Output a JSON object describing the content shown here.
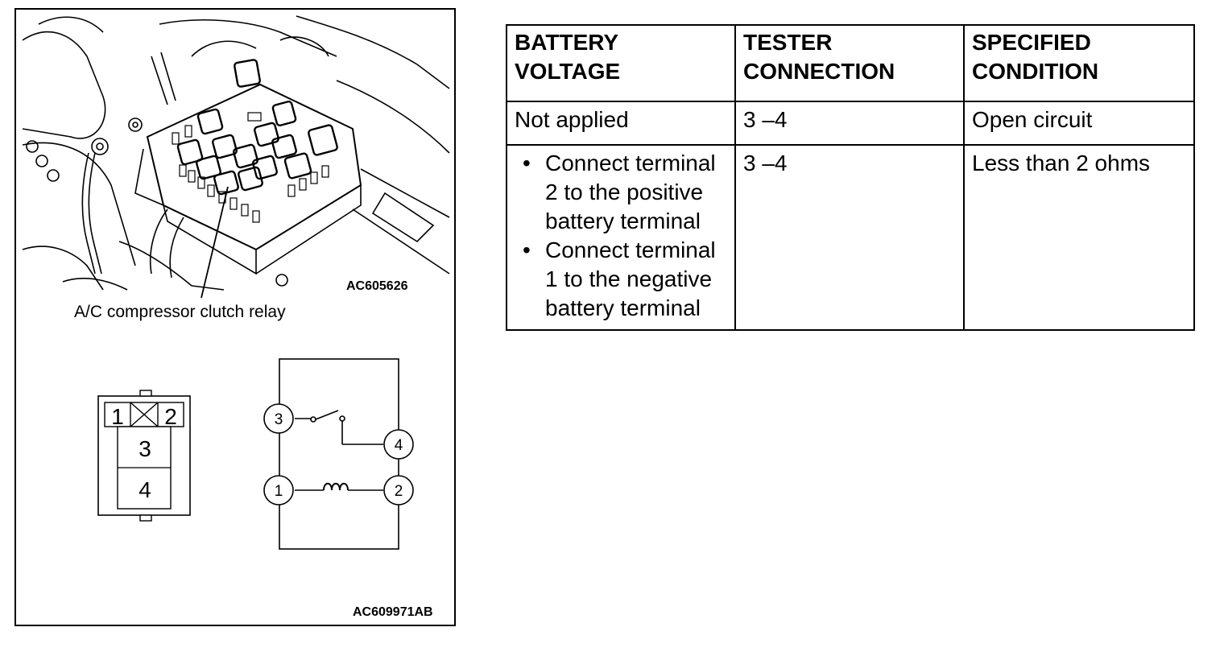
{
  "figure": {
    "photo_code": "AC605626",
    "callout_label": "A/C compressor clutch relay",
    "figure_code": "AC609971AB",
    "connector": {
      "terminal_1": "1",
      "terminal_2": "2",
      "terminal_3": "3",
      "terminal_4": "4"
    },
    "schematic": {
      "node_3": "3",
      "node_4": "4",
      "node_1": "1",
      "node_2": "2"
    }
  },
  "table": {
    "headers": {
      "col1": "BATTERY VOLTAGE",
      "col2": "TESTER CONNECTION",
      "col3": "SPECIFIED CONDITION"
    },
    "rows": [
      {
        "battery_voltage": "Not applied",
        "tester_connection": "3 –4",
        "specified_condition": "Open circuit"
      },
      {
        "battery_voltage_steps": [
          "Connect terminal 2 to the positive battery terminal",
          "Connect terminal 1 to the negative battery terminal"
        ],
        "tester_connection": "3 –4",
        "specified_condition": "Less than 2 ohms"
      }
    ]
  }
}
